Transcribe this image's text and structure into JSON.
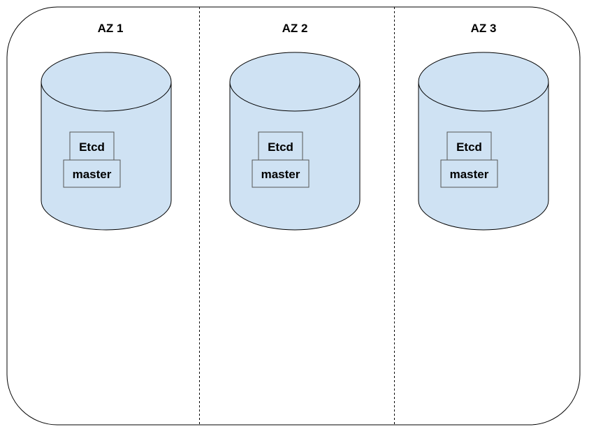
{
  "diagram": {
    "colors": {
      "cylinder_fill": "#cfe2f3",
      "stroke": "#000000",
      "box_stroke": "#555555",
      "background": "#ffffff"
    },
    "zones": [
      {
        "title": "AZ 1",
        "etcd_label": "Etcd",
        "master_label": "master"
      },
      {
        "title": "AZ 2",
        "etcd_label": "Etcd",
        "master_label": "master"
      },
      {
        "title": "AZ 3",
        "etcd_label": "Etcd",
        "master_label": "master"
      }
    ]
  }
}
